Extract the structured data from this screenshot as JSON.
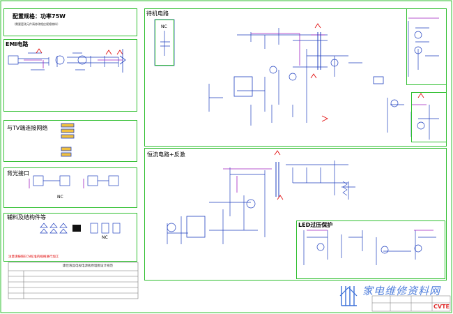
{
  "config": {
    "title": "配置规格：功率75W",
    "subtitle": "（需要更改元件请修改相应规格物料）"
  },
  "sections": {
    "emi": "EMI电路",
    "standby": "待机电路",
    "tv_connection": "与TV端连接网络",
    "backlight": "背光接口",
    "constant_current": "恒流电路+反激",
    "accessories": "辅料及结构件等",
    "led_protection": "LED过压保护"
  },
  "labels": {
    "nc_standby": "NC",
    "nc_backlight": "NC",
    "nc_accessories": "NC"
  },
  "notes": {
    "red_note": "注意请按照ECN标准的规格进行加工",
    "doc_title": "康佳液晶电视电源板原理图设计规范"
  },
  "watermark": {
    "text": "家电维修资料网",
    "logo": "CVTE"
  },
  "colors": {
    "frame": "#2fbf2f",
    "wire_blue": "#1f3fbf",
    "wire_purple": "#a020c0",
    "wire_red": "#e00000",
    "watermark": "#3a6fd8"
  }
}
